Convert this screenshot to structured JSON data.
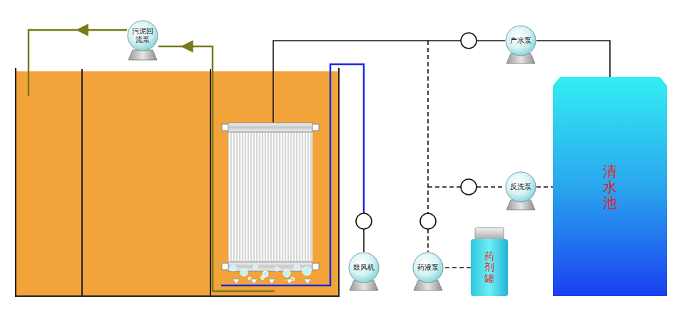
{
  "diagram": {
    "nodes": [
      {
        "text": [
          "污泥回流泵"
        ]
      },
      {
        "text": [
          "产水泵"
        ]
      },
      {
        "text": [
          "反洗泵"
        ]
      },
      {
        "text": [
          "鼓风机"
        ]
      },
      {
        "text": [
          "药液泵"
        ]
      },
      {
        "text": [
          "药剂罐"
        ]
      },
      {
        "text": [
          "清水池"
        ]
      }
    ],
    "edges": [
      {
        "from": 1,
        "to": 6,
        "arrow": "none"
      },
      {
        "from": 2,
        "to": 6,
        "arrow": "none"
      },
      {
        "from": 5,
        "to": 4,
        "arrow": "none"
      }
    ]
  }
}
